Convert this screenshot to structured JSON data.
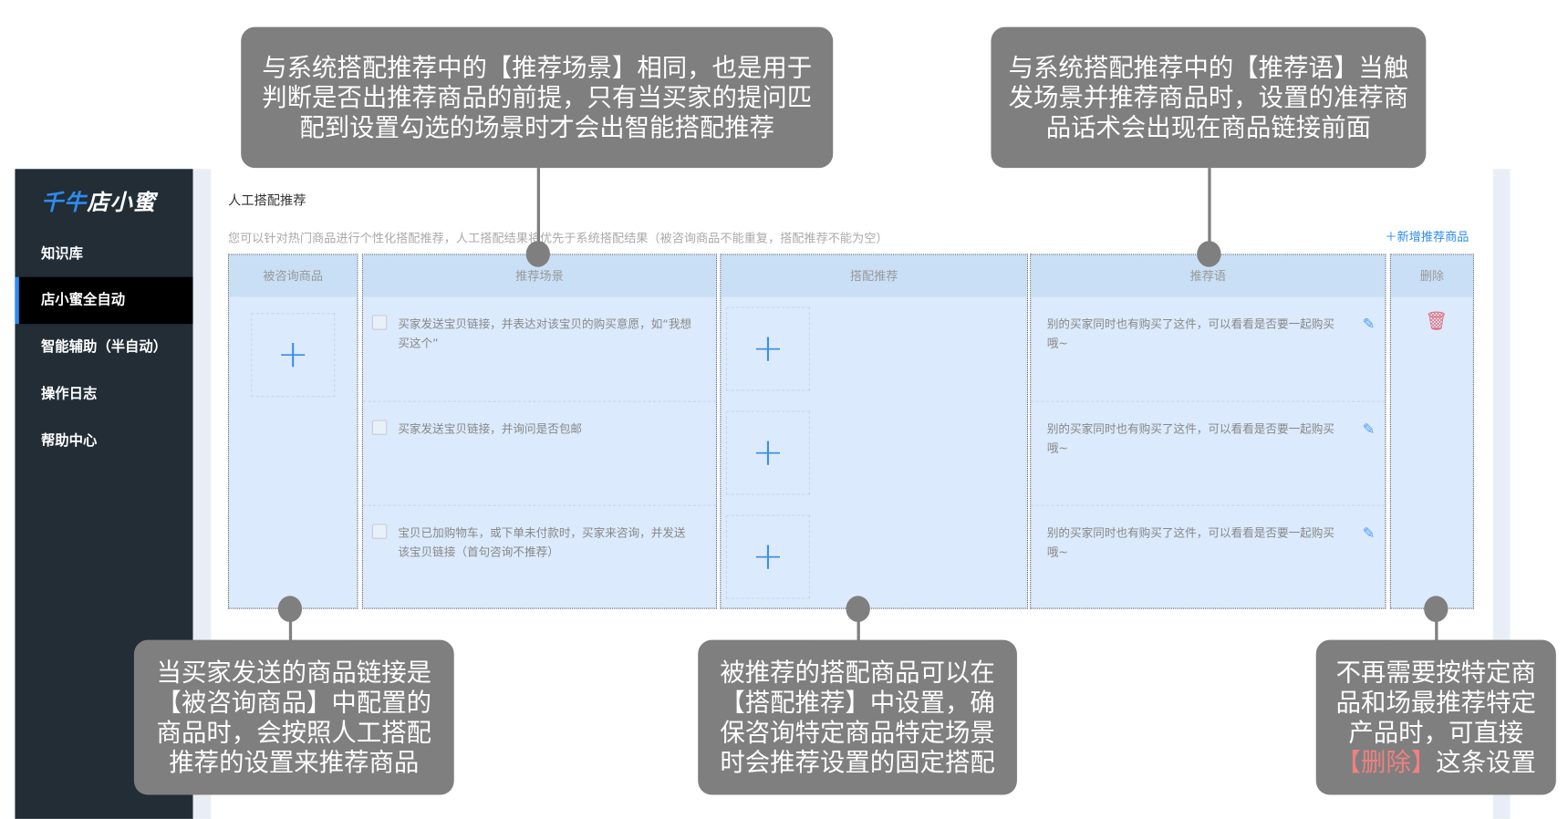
{
  "sidebar": {
    "logo_a": "千牛",
    "logo_b": "店小蜜",
    "items": [
      {
        "label": "知识库"
      },
      {
        "label": "店小蜜全自动"
      },
      {
        "label": "智能辅助（半自动）"
      },
      {
        "label": "操作日志"
      },
      {
        "label": "帮助中心"
      }
    ],
    "active_index": 1
  },
  "main": {
    "title": "人工搭配推荐",
    "description": "您可以针对热门商品进行个性化搭配推荐，人工搭配结果将优先于系统搭配结果（被咨询商品不能重复，搭配推荐不能为空）",
    "add_button": "＋新增推荐商品",
    "columns": [
      "被咨询商品",
      "推荐场景",
      "搭配推荐",
      "推荐语",
      "删除"
    ],
    "scenes": [
      "买家发送宝贝链接，并表达对该宝贝的购买意愿，如“我想买这个”",
      "买家发送宝贝链接，并询问是否包邮",
      "宝贝已加购物车，或下单未付款时，买家来咨询，并发送该宝贝链接（首句咨询不推荐）"
    ],
    "phrases": [
      "别的买家同时也有购买了这件，可以看看是否要一起购买哦~",
      "别的买家同时也有购买了这件，可以看看是否要一起购买哦~",
      "别的买家同时也有购买了这件，可以看看是否要一起购买哦~"
    ],
    "plus": "+"
  },
  "callouts": {
    "top_left": "与系统搭配推荐中的【推荐场景】相同，也是用于判断是否出推荐商品的前提，只有当买家的提问匹配到设置勾选的场景时才会出智能搭配推荐",
    "top_right": "与系统搭配推荐中的【推荐语】当触发场景并推荐商品时，设置的准荐商品话术会出现在商品链接前面",
    "bottom_left": "当买家发送的商品链接是【被咨询商品】中配置的商品时，会按照人工搭配推荐的设置来推荐商品",
    "bottom_mid": "被推荐的搭配商品可以在【搭配推荐】中设置，确保咨询特定商品特定场景时会推荐设置的固定搭配",
    "bottom_right_a": "不再需要按特定商品和场最推荐特定产品时，可直接",
    "bottom_right_red": "【删除】",
    "bottom_right_b": "这条设置"
  },
  "colors": {
    "accent": "#2d8cf0",
    "sidebar": "#222d36",
    "callout": "#7f7f7f",
    "delete": "#e06b7a"
  }
}
